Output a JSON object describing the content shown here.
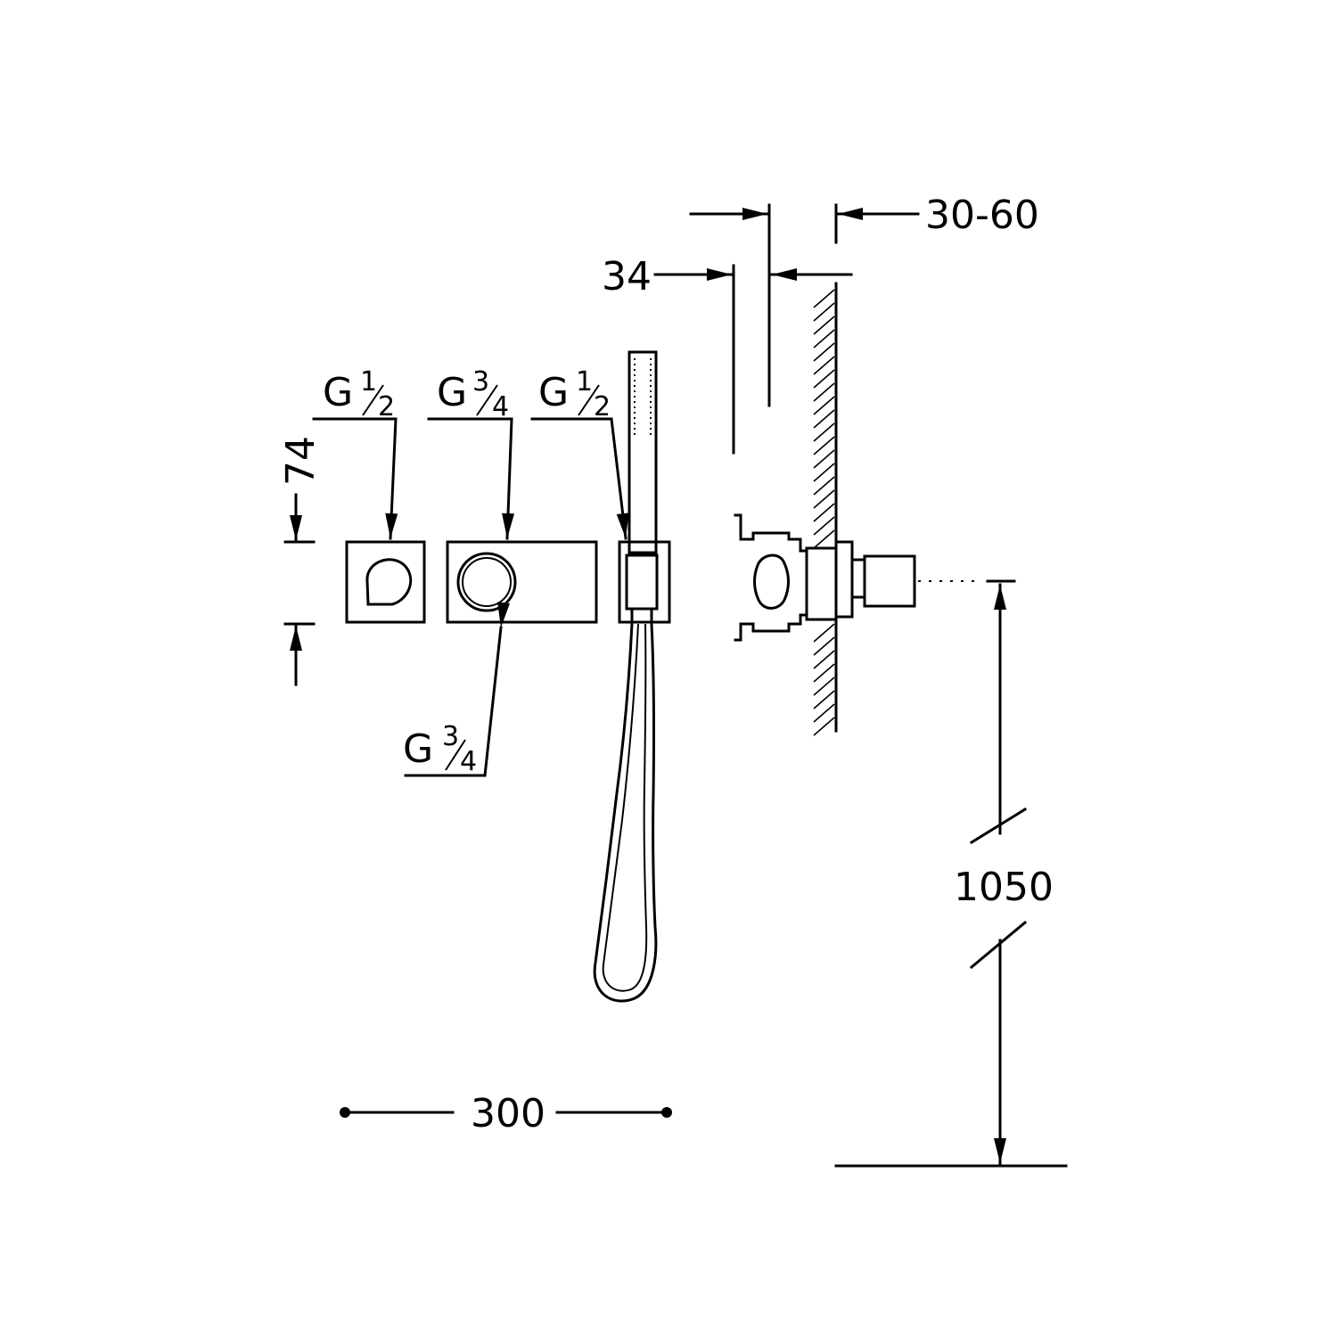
{
  "dimensions": {
    "d_30_60": "30-60",
    "d_34": "34",
    "d_74": "74",
    "d_300": "300",
    "d_1050": "1050"
  },
  "connections": {
    "left_top": {
      "g": "G",
      "num": "1",
      "den": "2"
    },
    "middle_top": {
      "g": "G",
      "num": "3",
      "den": "4"
    },
    "right_top": {
      "g": "G",
      "num": "1",
      "den": "2"
    },
    "bottom": {
      "g": "G",
      "num": "3",
      "den": "4"
    }
  },
  "colors": {
    "line": "#000000",
    "background": "#ffffff"
  }
}
